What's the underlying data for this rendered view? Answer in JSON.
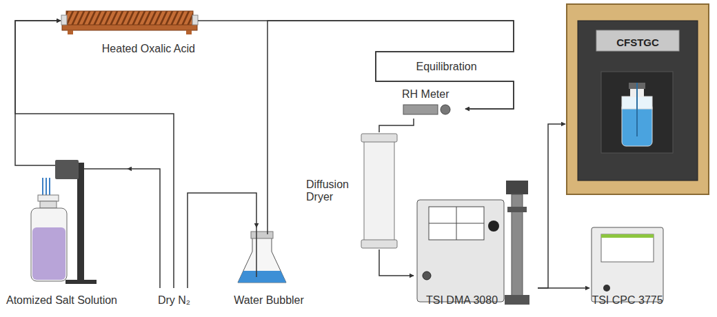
{
  "diagram": {
    "nodes": [
      {
        "text": [
          "Heated Oxalic Acid"
        ]
      },
      {
        "text": [
          "Atomized Salt Solution"
        ]
      },
      {
        "text": [
          "Dry N₂"
        ]
      },
      {
        "text": [
          "Water Bubbler"
        ]
      },
      {
        "text": [
          "RH Meter"
        ]
      },
      {
        "text": [
          "Diffusion Dryer"
        ]
      },
      {
        "text": [
          "TSI DMA 3080"
        ]
      },
      {
        "text": [
          "CFSTGC"
        ]
      },
      {
        "text": [
          "TSI CPC 3775"
        ]
      }
    ],
    "edges": [
      {
        "from": 2,
        "to": 1,
        "arrow": "to"
      },
      {
        "from": 2,
        "to": 0,
        "arrow": "to"
      },
      {
        "from": 1,
        "to": 0,
        "arrow": "to"
      },
      {
        "from": 2,
        "to": 3,
        "arrow": "to"
      },
      {
        "from": 0,
        "to": 4,
        "arrow": "to"
      },
      {
        "from": 3,
        "to": 4,
        "arrow": "to"
      },
      {
        "from": 4,
        "to": 5,
        "arrow": "none"
      },
      {
        "from": 5,
        "to": 6,
        "arrow": "to"
      },
      {
        "from": 6,
        "to": 7,
        "arrow": "to"
      },
      {
        "from": 6,
        "to": 8,
        "arrow": "to"
      }
    ],
    "labels": [
      "Equilibration"
    ]
  }
}
